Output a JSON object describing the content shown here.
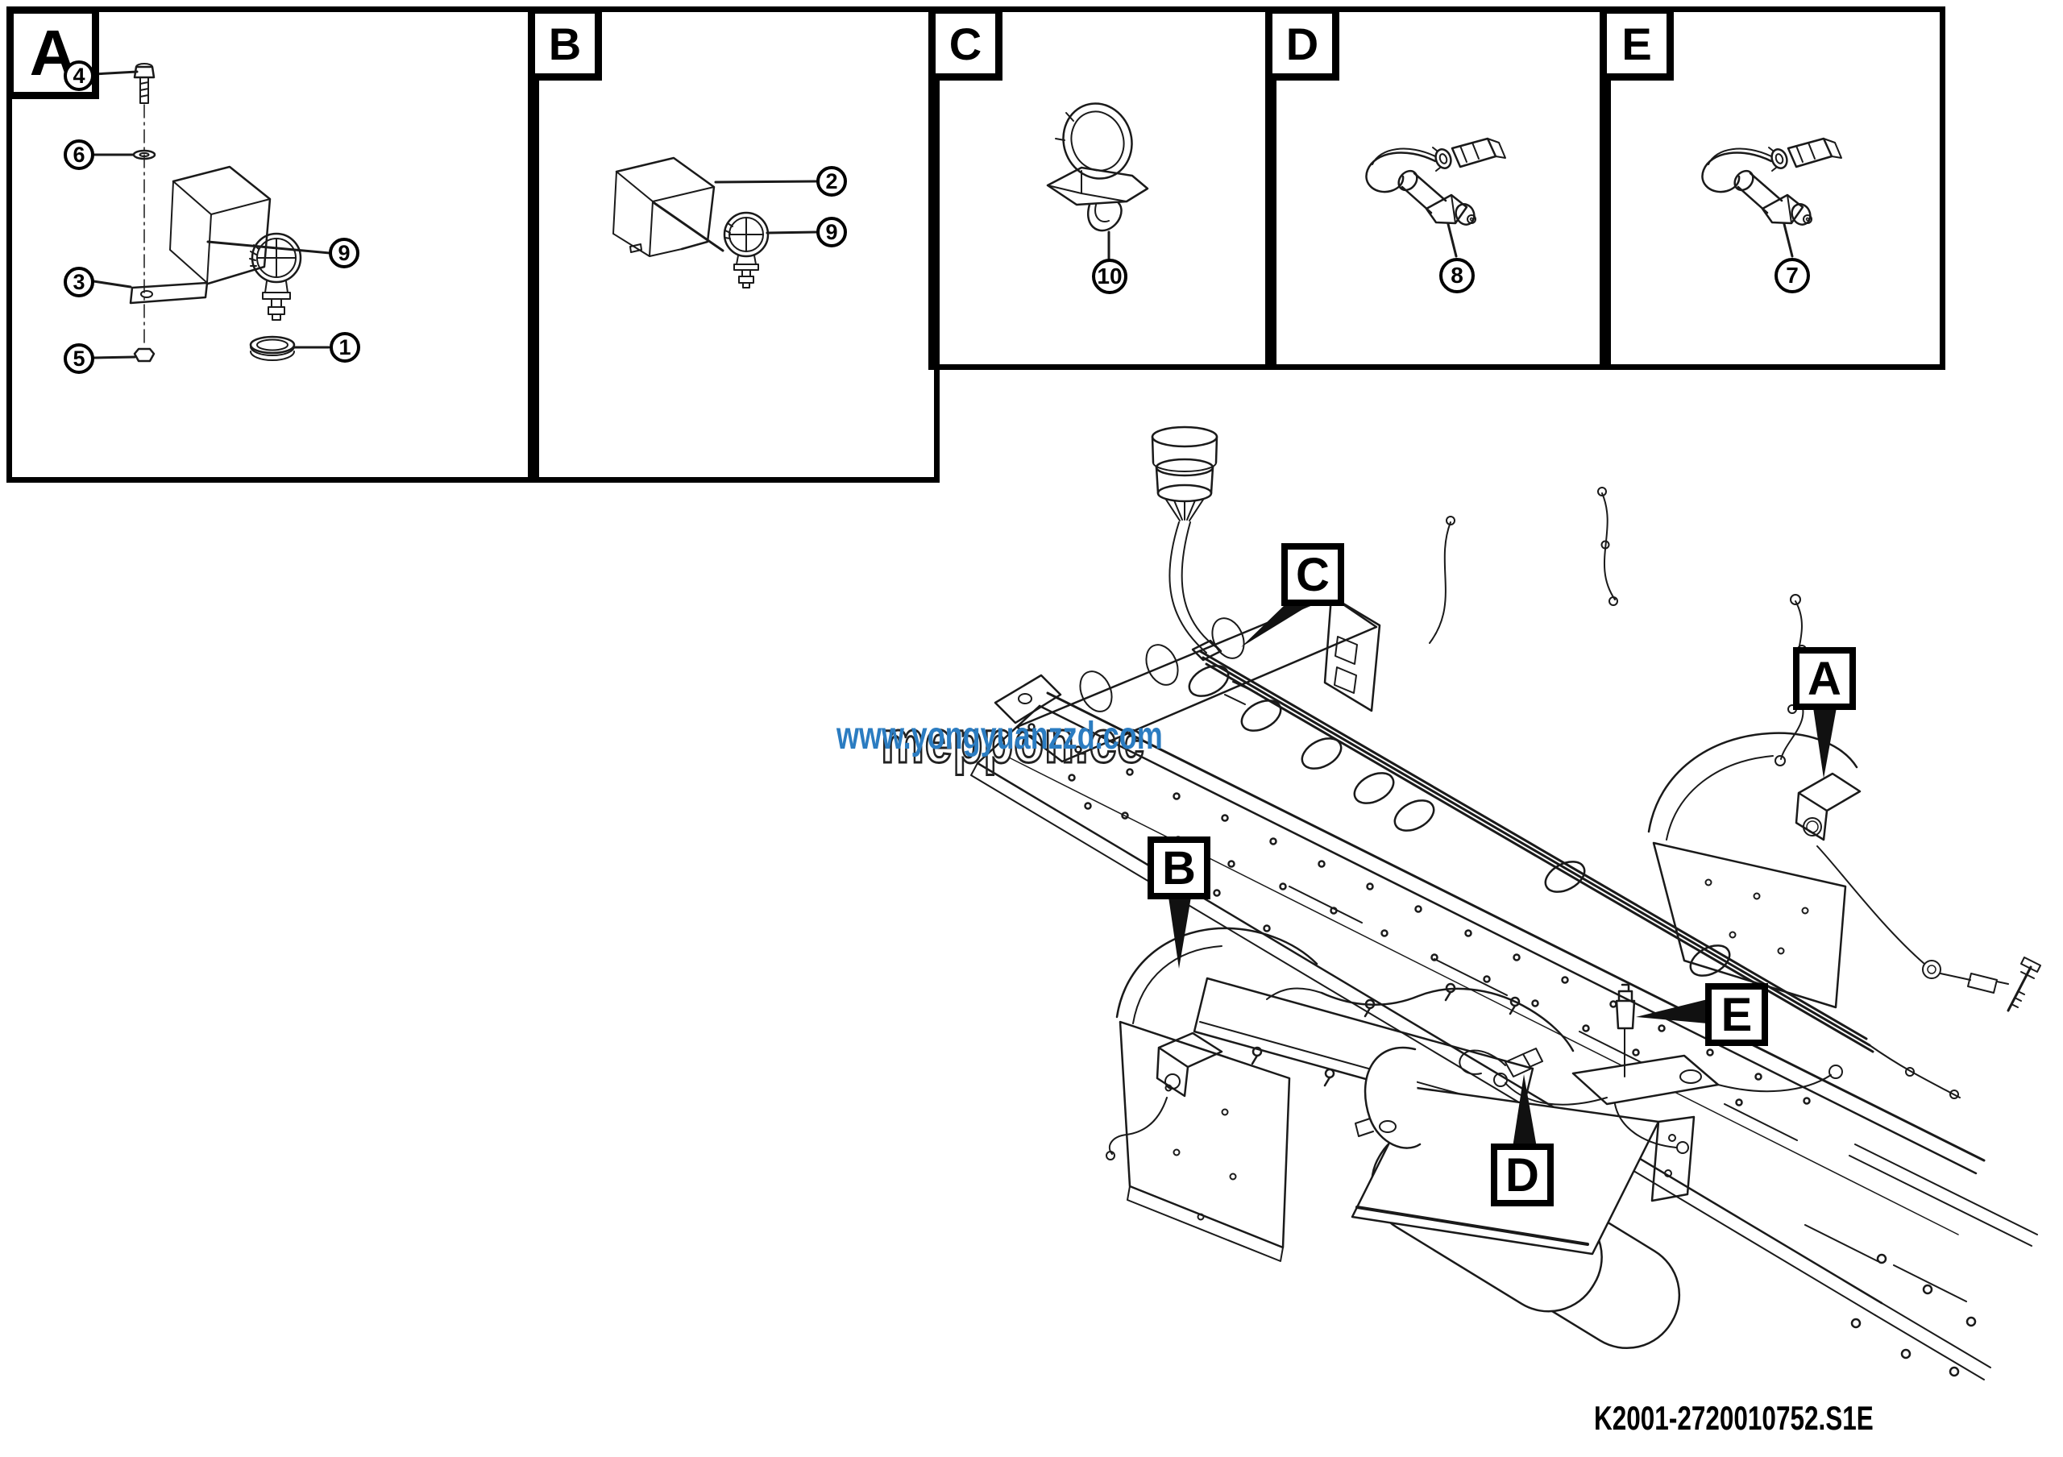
{
  "page": {
    "background": "#ffffff",
    "line_color": "#1a1a1a",
    "footer_code": "K2001-2720010752.S1E"
  },
  "watermark": {
    "url_text": "www.yongyuanzzd.com",
    "url_color": "#2b7cc1",
    "brand_text": "meppon.cc"
  },
  "detail_panels": [
    {
      "label": "A",
      "parts": [
        {
          "num": "4"
        },
        {
          "num": "6"
        },
        {
          "num": "3"
        },
        {
          "num": "5"
        },
        {
          "num": "9"
        },
        {
          "num": "1"
        }
      ]
    },
    {
      "label": "B",
      "parts": [
        {
          "num": "2"
        },
        {
          "num": "9"
        }
      ]
    },
    {
      "label": "C",
      "parts": [
        {
          "num": "10"
        }
      ]
    },
    {
      "label": "D",
      "parts": [
        {
          "num": "8"
        }
      ]
    },
    {
      "label": "E",
      "parts": [
        {
          "num": "7"
        }
      ]
    }
  ],
  "main_view": {
    "location_markers": [
      {
        "label": "C"
      },
      {
        "label": "A"
      },
      {
        "label": "B"
      },
      {
        "label": "E"
      },
      {
        "label": "D"
      }
    ]
  }
}
